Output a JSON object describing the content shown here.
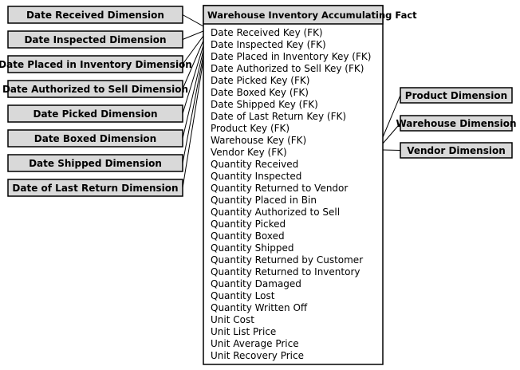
{
  "left_dimensions": [
    "Date Received Dimension",
    "Date Inspected Dimension",
    "Date Placed in Inventory Dimension",
    "Date Authorized to Sell Dimension",
    "Date Picked Dimension",
    "Date Boxed Dimension",
    "Date Shipped Dimension",
    "Date of Last Return Dimension"
  ],
  "right_dimensions": [
    "Product Dimension",
    "Warehouse Dimension",
    "Vendor Dimension"
  ],
  "fact_table": {
    "title": "Warehouse Inventory Accumulating Fact",
    "fields": [
      "Date Received Key (FK)",
      "Date Inspected Key (FK)",
      "Date Placed in Inventory Key (FK)",
      "Date Authorized to Sell Key (FK)",
      "Date Picked Key (FK)",
      "Date Boxed Key (FK)",
      "Date Shipped Key (FK)",
      "Date of Last Return Key (FK)",
      "Product Key (FK)",
      "Warehouse Key (FK)",
      "Vendor Key (FK)",
      "Quantity Received",
      "Quantity Inspected",
      "Quantity Returned to Vendor",
      "Quantity Placed in Bin",
      "Quantity Authorized to Sell",
      "Quantity Picked",
      "Quantity Boxed",
      "Quantity Shipped",
      "Quantity Returned by Customer",
      "Quantity Returned to Inventory",
      "Quantity Damaged",
      "Quantity Lost",
      "Quantity Written Off",
      "Unit Cost",
      "Unit List Price",
      "Unit Average Price",
      "Unit Recovery Price"
    ]
  },
  "colors": {
    "dimension_fill": "#d9d9d9",
    "fact_header_fill": "#d9d9d9",
    "border": "#000000",
    "line": "#000000"
  }
}
